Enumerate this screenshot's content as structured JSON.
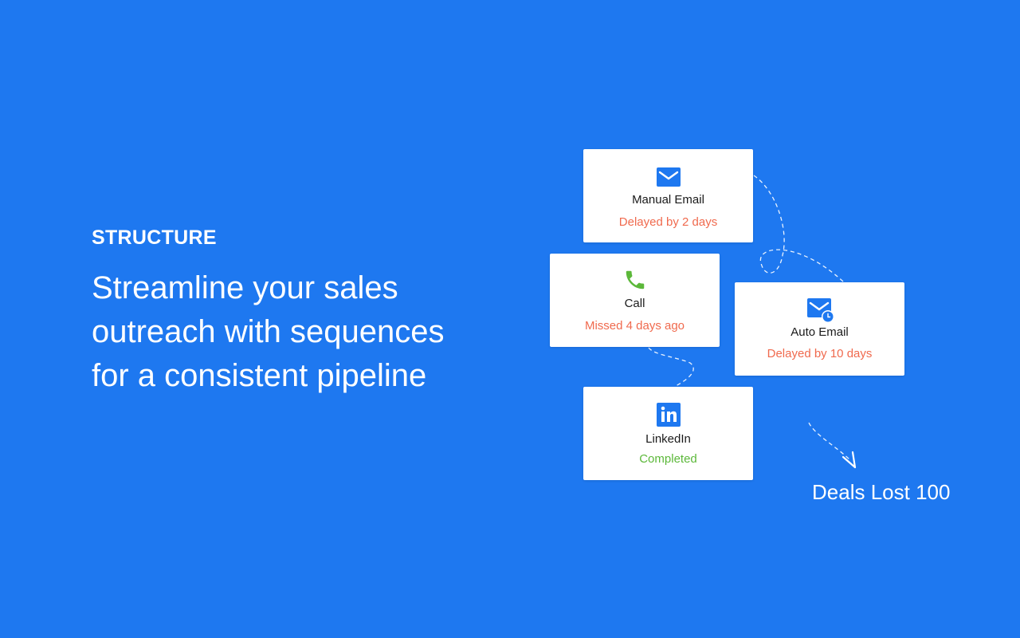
{
  "hero": {
    "eyebrow": "STRUCTURE",
    "headline": "Streamline your sales outreach with sequences for a consistent pipeline"
  },
  "sequence": {
    "steps": [
      {
        "title": "Manual Email",
        "status": "Delayed by 2 days",
        "icon": "mail-icon",
        "status_type": "warning"
      },
      {
        "title": "Call",
        "status": "Missed 4 days ago",
        "icon": "phone-icon",
        "status_type": "warning"
      },
      {
        "title": "Auto Email",
        "status": "Delayed by 10 days",
        "icon": "mail-clock-icon",
        "status_type": "warning"
      },
      {
        "title": "LinkedIn",
        "status": "Completed",
        "icon": "linkedin-icon",
        "status_type": "success"
      }
    ],
    "deals_lost": "Deals Lost 100"
  },
  "colors": {
    "background": "#1e78f0",
    "accent_blue": "#1e78f0",
    "warning": "#f06a4e",
    "success": "#5cb83a",
    "phone_icon": "#5cb83a"
  }
}
